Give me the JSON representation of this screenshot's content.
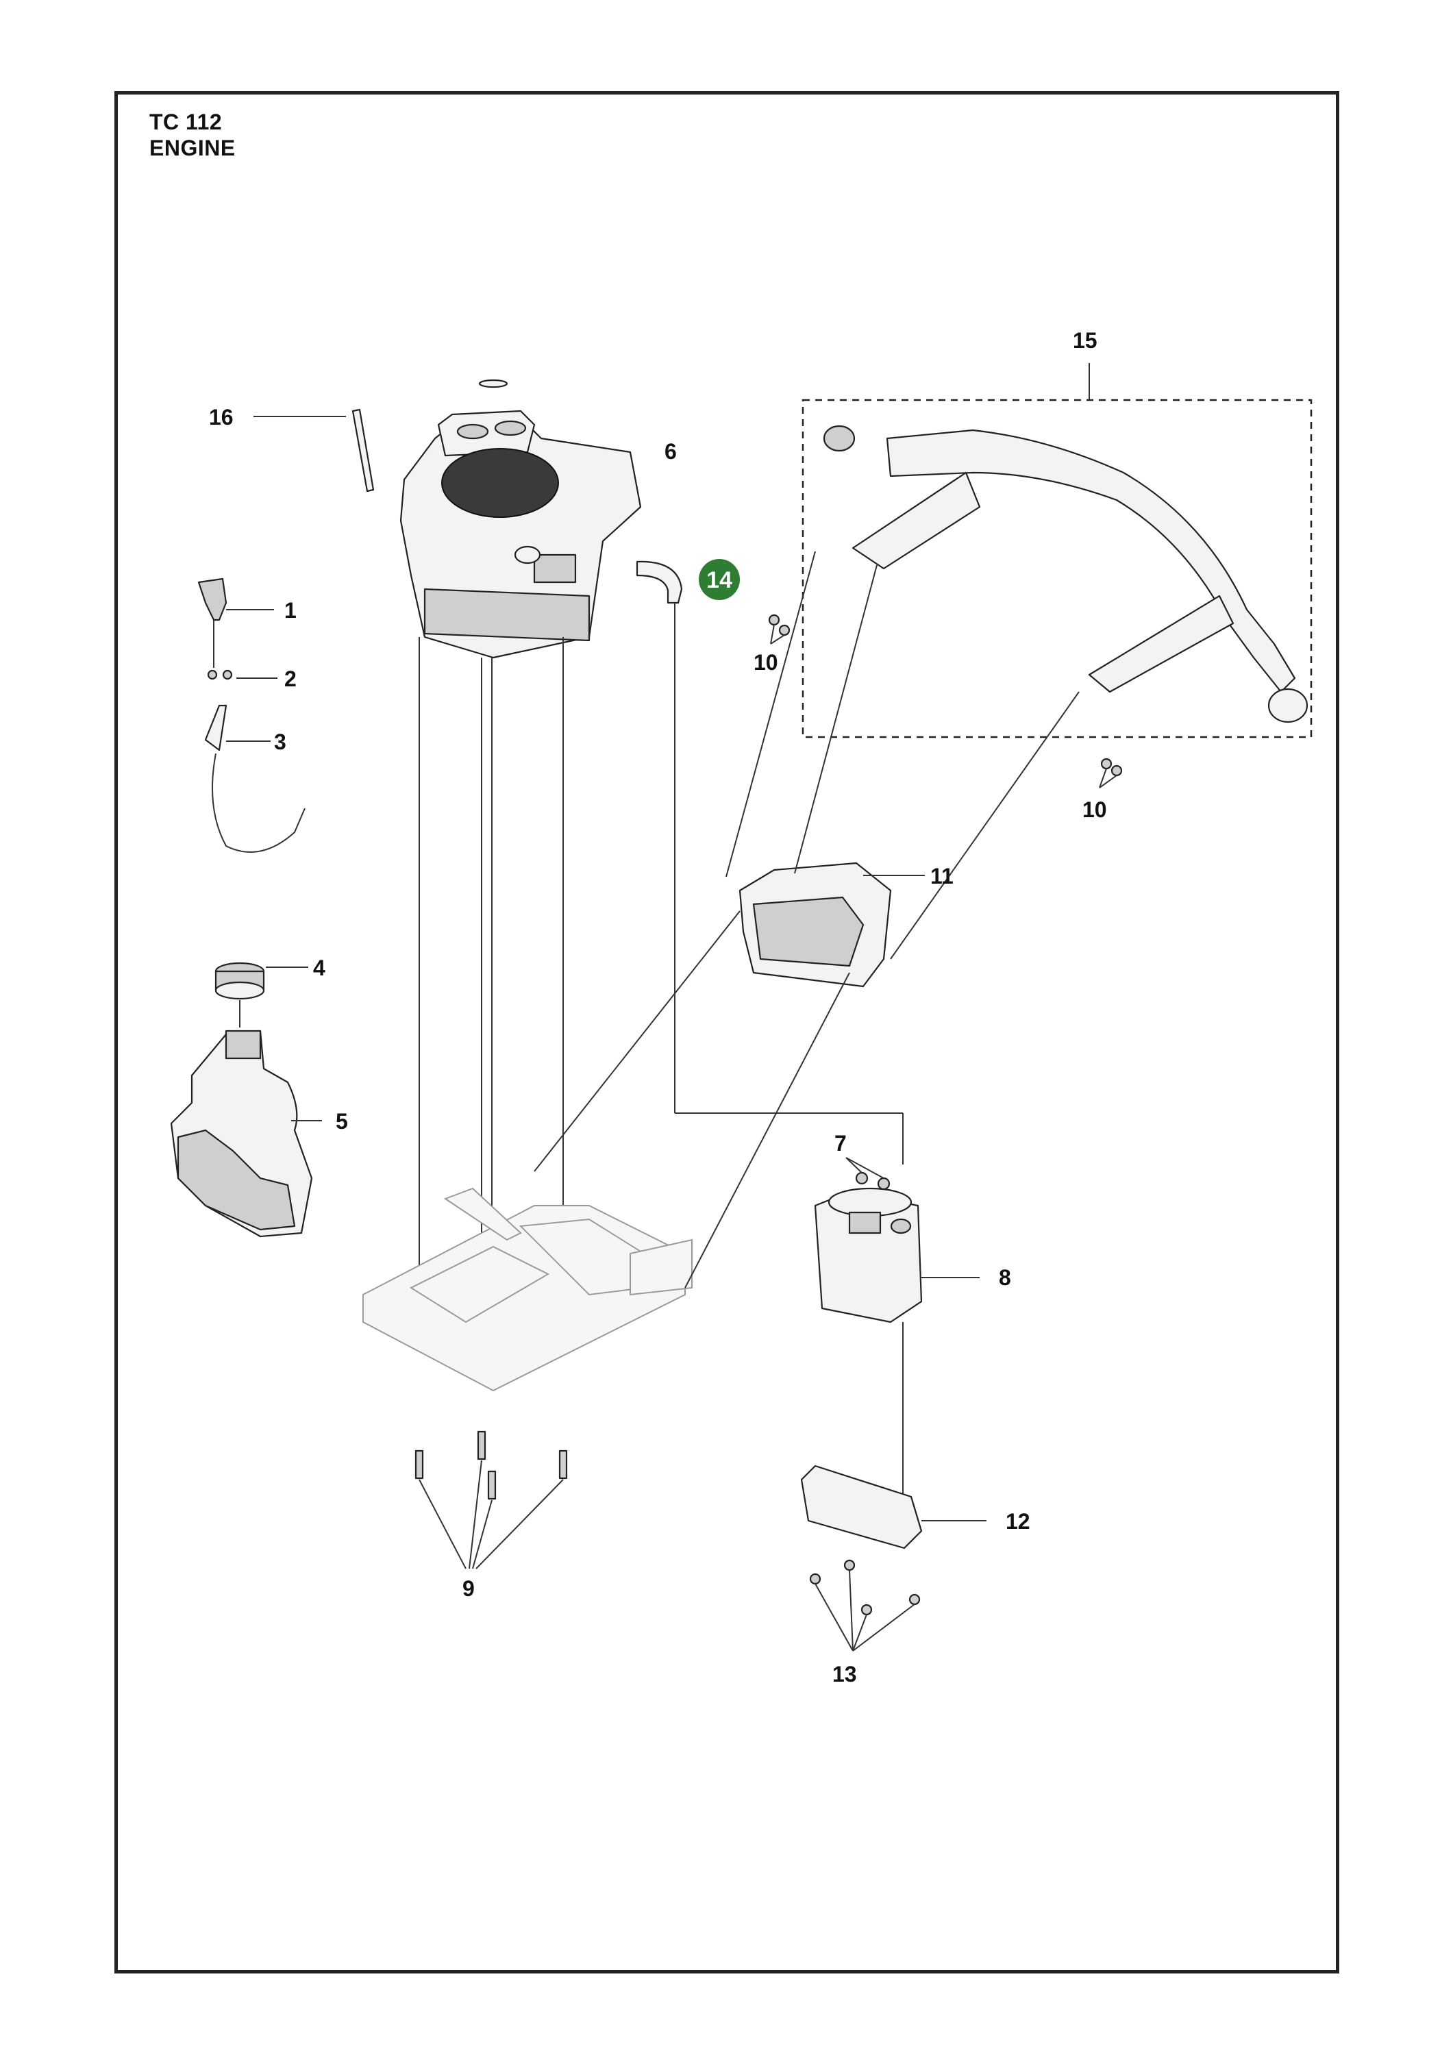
{
  "header": {
    "model": "TC 112",
    "section": "ENGINE"
  },
  "colors": {
    "frame": "#222222",
    "highlight_badge": "#2e7d32",
    "callout_text": "#111111"
  },
  "callouts": {
    "c1": "1",
    "c2": "2",
    "c3": "3",
    "c4": "4",
    "c5": "5",
    "c6": "6",
    "c7": "7",
    "c8": "8",
    "c9": "9",
    "c10a": "10",
    "c10b": "10",
    "c11": "11",
    "c12": "12",
    "c13": "13",
    "c14": "14",
    "c15": "15",
    "c16": "16"
  },
  "icons": {
    "engine": "engine-icon",
    "fuel_tank": "fuel-tank-icon",
    "fuel_cap": "fuel-cap-icon",
    "muffler": "muffler-icon",
    "air_duct": "air-duct-icon",
    "exhaust_pipe": "exhaust-pipe-icon",
    "engine_plate": "engine-plate-icon",
    "heat_shield": "heat-shield-icon",
    "throttle_knob": "throttle-knob-icon",
    "dipstick": "dipstick-icon",
    "hose": "hose-icon"
  }
}
